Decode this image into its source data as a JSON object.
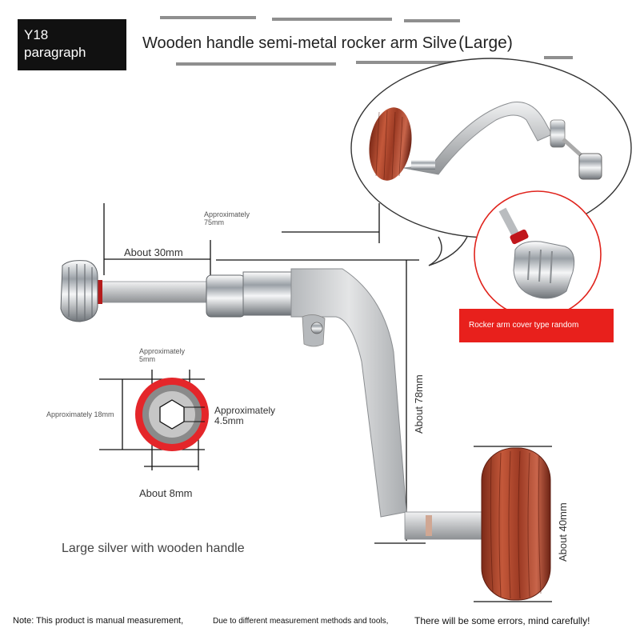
{
  "badge": {
    "line1": "Y18",
    "line2": "paragraph"
  },
  "title": {
    "main": "Wooden handle semi-metal rocker arm Silve",
    "suffix": "(Large)"
  },
  "dimensions": {
    "overall_length": {
      "line1": "Approximately",
      "line2": "75mm"
    },
    "shaft_length": "About 30mm",
    "arm_height": "About 78mm",
    "knob_width": "About 40mm",
    "hex_width": {
      "line1": "Approximately",
      "line2": "5mm"
    },
    "outer_diameter": "Approximately 18mm",
    "hex_depth": {
      "line1": "Approximately",
      "line2": "4.5mm"
    },
    "bottom_width": "About 8mm"
  },
  "callout": {
    "random_cover": "Rocker arm cover type random"
  },
  "caption": "Large silver with wooden handle",
  "footnote": {
    "part1": "Note: This product is manual measurement,",
    "part2": "Due to different measurement methods and tools,",
    "part3": "There will be some errors, mind carefully!"
  },
  "colors": {
    "badge_bg": "#111111",
    "callout_red": "#e8201c",
    "silver": "#c9cbcd",
    "wood": "#a3402a",
    "dimension_line": "#111111"
  },
  "icons": [
    "hex-socket-icon",
    "rocker-arm-illustration",
    "wooden-knob-illustration"
  ]
}
